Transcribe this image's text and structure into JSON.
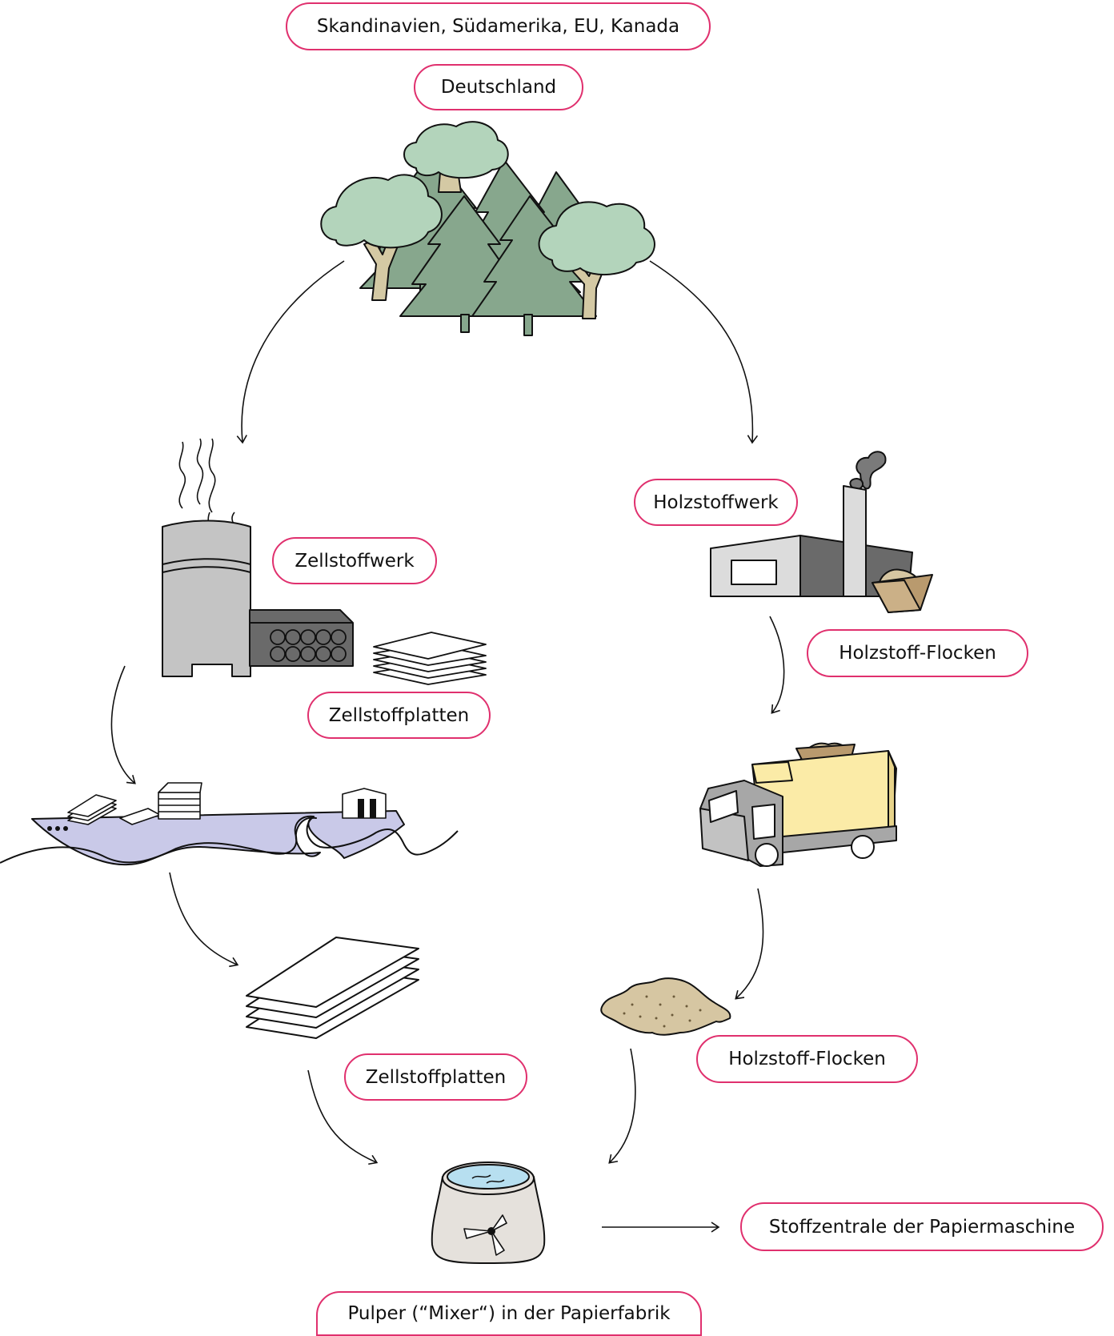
{
  "labels": {
    "origin_countries": "Skandinavien, Südamerika, EU, Kanada",
    "origin_germany": "Deutschland",
    "pulp_mill": "Zellstoffwerk",
    "pulp_sheets_mill": "Zellstoffplatten",
    "groundwood_mill": "Holzstoffwerk",
    "groundwood_flakes_mill": "Holzstoff-Flocken",
    "pulp_sheets_arrival": "Zellstoffplatten",
    "groundwood_flakes_arrival": "Holzstoff-Flocken",
    "pulper": "Pulper (“Mixer“) in der Papierfabrik",
    "stock_preparation": "Stoffzentrale der Papiermaschine"
  },
  "icons": [
    "forest-icon",
    "pulp-mill-icon",
    "groundwood-mill-icon",
    "cargo-ship-icon",
    "truck-icon",
    "pulp-sheets-icon",
    "wood-flakes-pile-icon",
    "pulper-icon"
  ],
  "colors": {
    "label_border": "#e0306e",
    "tree_light": "#b3d4bb",
    "tree_dark": "#87a78d",
    "trunk": "#d4c9a4",
    "ship_hull": "#c9c9e8",
    "truck_cargo": "#fbeba7",
    "factory_light": "#c4c4c4",
    "factory_dark": "#6a6a6a",
    "flakes": "#d6c6a2",
    "pulper_body": "#e5e1dc",
    "pulper_water": "#b7dff0"
  }
}
